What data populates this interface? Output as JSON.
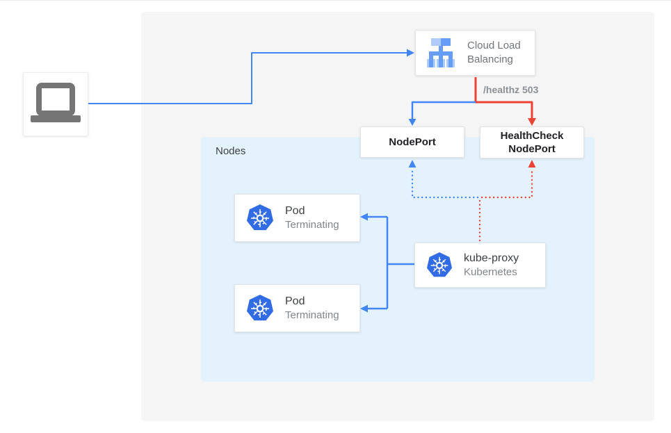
{
  "diagram": {
    "client": {
      "icon": "laptop-icon"
    },
    "cloud_load_balancing": {
      "label": "Cloud Load Balancing",
      "icon": "load-balancer-icon"
    },
    "healthz_label": "/healthz 503",
    "nodeport": {
      "label": "NodePort"
    },
    "healthcheck_nodeport": {
      "label": "HealthCheck NodePort"
    },
    "nodes_group": {
      "label": "Nodes"
    },
    "pods": [
      {
        "title": "Pod",
        "subtitle": "Terminating",
        "icon": "kubernetes-icon"
      },
      {
        "title": "Pod",
        "subtitle": "Terminating",
        "icon": "kubernetes-icon"
      }
    ],
    "kube_proxy": {
      "title": "kube-proxy",
      "subtitle": "Kubernetes",
      "icon": "kubernetes-icon"
    },
    "colors": {
      "flow_blue": "#4285F4",
      "flow_red": "#EA4335",
      "nodes_background": "#E3F2FD",
      "canvas_background": "#F5F5F5",
      "kubernetes_blue": "#326CE5",
      "icon_gray": "#757575",
      "text_dark": "#202124",
      "text_gray": "#80868B"
    }
  }
}
